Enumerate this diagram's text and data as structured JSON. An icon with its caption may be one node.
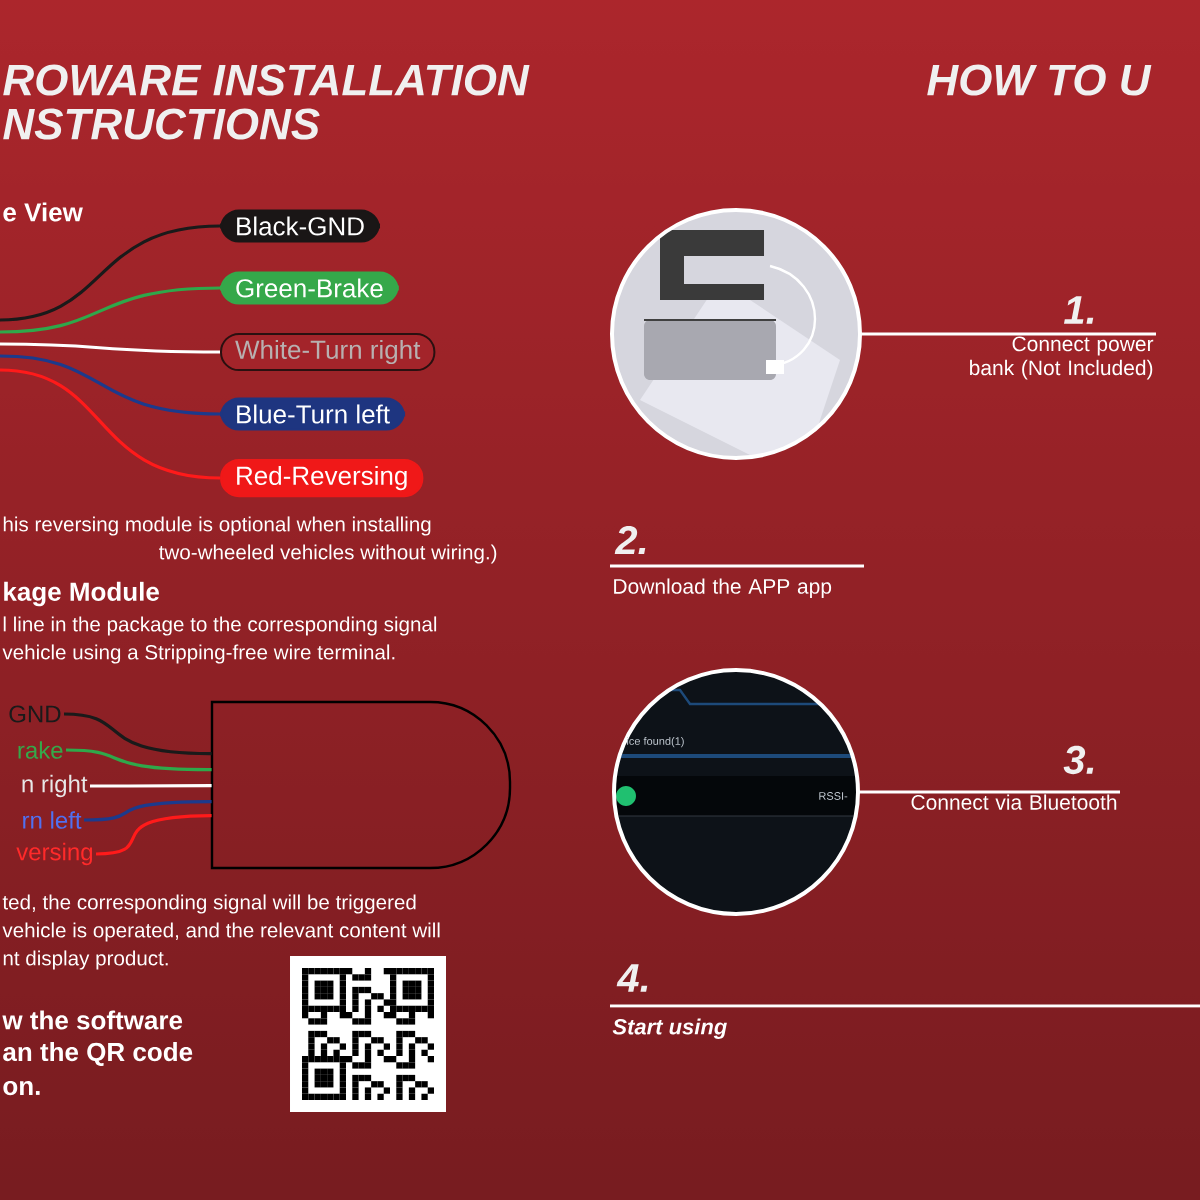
{
  "diagram": {
    "nodes": [
      {
        "text": [
          "Black-GND"
        ]
      },
      {
        "text": [
          "Green-Brake"
        ]
      },
      {
        "text": [
          "White-Turn right"
        ]
      },
      {
        "text": [
          "Blue-Turn left"
        ]
      },
      {
        "text": [
          "Red-Reversing"
        ]
      },
      {
        "text": [
          "GND"
        ]
      },
      {
        "text": [
          "rake"
        ]
      },
      {
        "text": [
          "n right"
        ]
      },
      {
        "text": [
          "rn left"
        ]
      },
      {
        "text": [
          "versing"
        ]
      },
      {
        "text": [],
        "shape": "box"
      },
      {
        "text": [],
        "shape": "picture"
      },
      {
        "text": [
          "Connect power bank (Not Included)"
        ]
      },
      {
        "text": [],
        "shape": "picture"
      },
      {
        "text": [
          "Connect via Bluetooth"
        ]
      }
    ],
    "edges": [
      {
        "from": null,
        "to": 0,
        "arrow": "none",
        "color": "#1a1a1a"
      },
      {
        "from": null,
        "to": 1,
        "arrow": "none",
        "color": "#2fa84a"
      },
      {
        "from": null,
        "to": 2,
        "arrow": "none",
        "color": "#ffffff"
      },
      {
        "from": null,
        "to": 3,
        "arrow": "none",
        "color": "#1c3a8c"
      },
      {
        "from": null,
        "to": 4,
        "arrow": "none",
        "color": "#ff1a1a"
      },
      {
        "from": 5,
        "to": 10,
        "arrow": "none",
        "color": "#1a1a1a"
      },
      {
        "from": 6,
        "to": 10,
        "arrow": "none",
        "color": "#2fa84a"
      },
      {
        "from": 7,
        "to": 10,
        "arrow": "none",
        "color": "#ffffff"
      },
      {
        "from": 8,
        "to": 10,
        "arrow": "none",
        "color": "#1c3a8c"
      },
      {
        "from": 9,
        "to": 10,
        "arrow": "none",
        "color": "#ff1a1a"
      },
      {
        "from": 11,
        "to": 12,
        "arrow": "none",
        "color": "#ffffff"
      },
      {
        "from": 13,
        "to": 14,
        "arrow": "none",
        "color": "#ffffff"
      }
    ],
    "labels": [
      "ROWARE INSTALLATION",
      "NSTRUCTIONS",
      "HOW TO U",
      "e View",
      "his reversing module is optional when installing",
      "two-wheeled vehicles without wiring.)",
      "kage Module",
      "l line in the package to the corresponding signal",
      "vehicle using a Stripping-free wire terminal.",
      "ted, the corresponding signal will be triggered",
      "vehicle is operated, and the relevant content will",
      "nt display product.",
      "w the software",
      "an the QR code",
      "on.",
      "1.",
      "2.",
      "Download the APP app",
      "ice found(1)",
      "RSSI-",
      "3.",
      "4.",
      "Start using"
    ]
  }
}
